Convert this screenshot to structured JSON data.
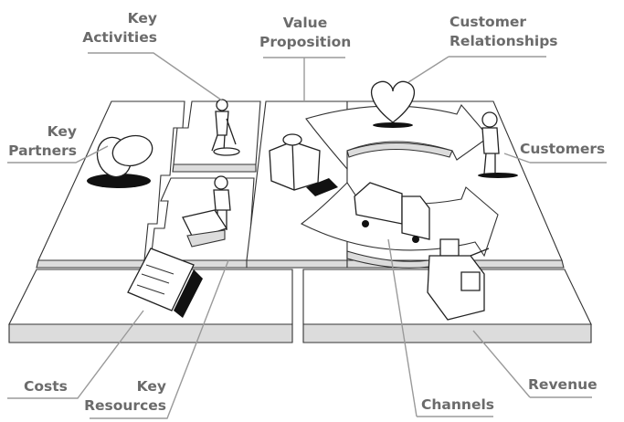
{
  "diagram": {
    "title": "Business Model Canvas",
    "theme_colors": {
      "label_text": "#6b6b6b",
      "leader_line": "#9a9a9a",
      "block_edge": "#dcdcdc",
      "ink": "#222222"
    },
    "labels": {
      "key_activities": "Key Activities",
      "key_activities_line1": "Key",
      "key_activities_line2": "Activities",
      "value_proposition_line1": "Value",
      "value_proposition_line2": "Proposition",
      "customer_relationships_line1": "Customer",
      "customer_relationships_line2": "Relationships",
      "key_partners_line1": "Key",
      "key_partners_line2": "Partners",
      "customers": "Customers",
      "costs": "Costs",
      "key_resources_line1": "Key",
      "key_resources_line2": "Resources",
      "channels": "Channels",
      "revenue": "Revenue"
    },
    "blocks": [
      {
        "name": "Key Partners",
        "icon": "rings-icon"
      },
      {
        "name": "Key Activities",
        "icon": "digging-person-icon"
      },
      {
        "name": "Key Resources",
        "icon": "person-with-machine-icon"
      },
      {
        "name": "Value Proposition",
        "icon": "gift-box-icon"
      },
      {
        "name": "Customer Relationships",
        "icon": "heart-icon"
      },
      {
        "name": "Channels",
        "icon": "delivery-truck-icon"
      },
      {
        "name": "Customers",
        "icon": "standing-person-icon"
      },
      {
        "name": "Costs",
        "icon": "invoice-icon"
      },
      {
        "name": "Revenue",
        "icon": "cash-register-icon"
      }
    ]
  }
}
